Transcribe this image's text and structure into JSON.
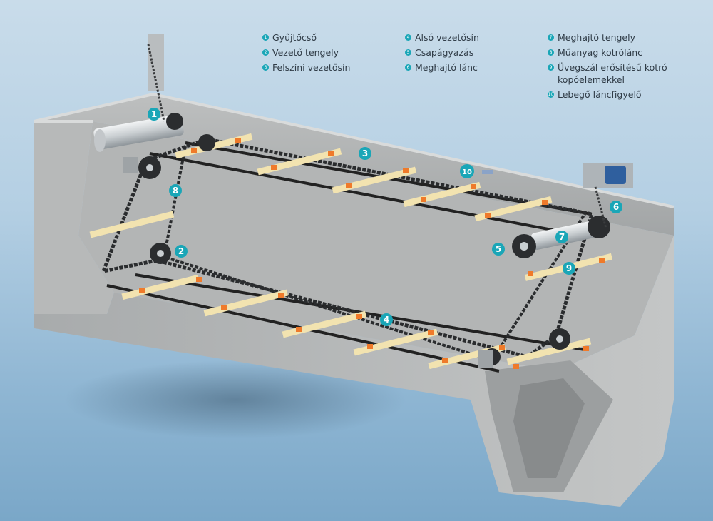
{
  "legend": [
    {
      "num": "1",
      "label": "Gyűjtőcső"
    },
    {
      "num": "2",
      "label": "Vezető tengely"
    },
    {
      "num": "3",
      "label": "Felszíni vezetősín"
    },
    {
      "num": "4",
      "label": "Alsó vezetősín"
    },
    {
      "num": "5",
      "label": "Csapágyazás"
    },
    {
      "num": "6",
      "label": "Meghajtó lánc"
    },
    {
      "num": "7",
      "label": "Meghajtó tengely"
    },
    {
      "num": "8",
      "label": "Műanyag kotrólánc"
    },
    {
      "num": "9",
      "label": "Üvegszál erősítésű kotró kopóelemekkel"
    },
    {
      "num": "10",
      "label": "Lebegő láncfigyelő"
    }
  ],
  "callouts": [
    {
      "num": "1"
    },
    {
      "num": "2"
    },
    {
      "num": "3"
    },
    {
      "num": "4"
    },
    {
      "num": "5"
    },
    {
      "num": "6"
    },
    {
      "num": "7"
    },
    {
      "num": "8"
    },
    {
      "num": "9"
    },
    {
      "num": "10"
    }
  ],
  "colors": {
    "accent": "#1aa6b7",
    "concrete_light": "#cfd1d0",
    "concrete_mid": "#a9abab",
    "concrete_dark": "#8b8e8f",
    "chain": "#2a2c2e",
    "flight": "#f2e3b0",
    "wear_shoe": "#ef7a2a"
  }
}
